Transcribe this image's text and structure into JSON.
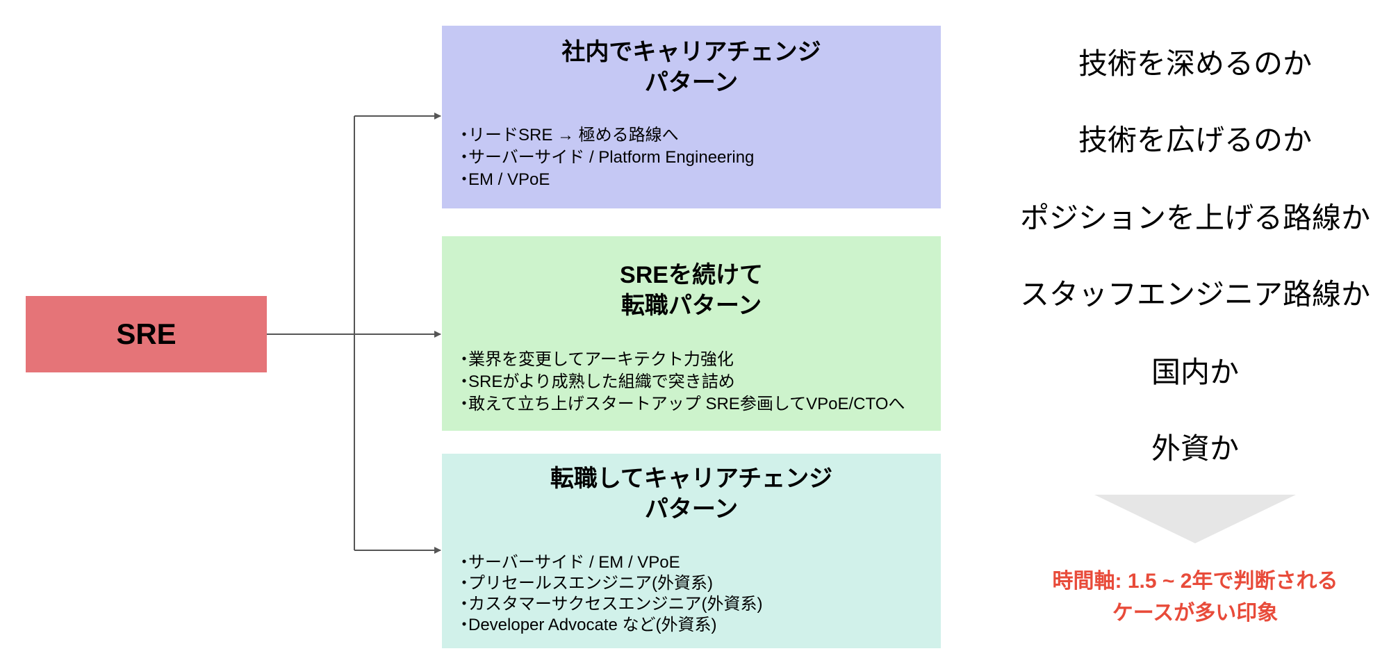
{
  "root": {
    "label": "SRE",
    "color": "#e57478"
  },
  "patterns": [
    {
      "title": "社内でキャリアチェンジ\nパターン",
      "color": "#c5c8f4",
      "items": [
        "リードSRE → 極める路線へ",
        "サーバーサイド / Platform Engineering",
        "EM / VPoE"
      ]
    },
    {
      "title": "SREを続けて\n転職パターン",
      "color": "#cdf3cc",
      "items": [
        "業界を変更してアーキテクト力強化",
        "SREがより成熟した組織で突き詰め",
        "敢えて立ち上げスタートアップ SRE参画してVPoE/CTOへ"
      ]
    },
    {
      "title": "転職してキャリアチェンジ\nパターン",
      "color": "#d1f1ea",
      "items": [
        "サーバーサイド / EM / VPoE",
        "プリセールスエンジニア(外資系)",
        "カスタマーサクセスエンジニア(外資系)",
        "Developer Advocate など(外資系)"
      ]
    }
  ],
  "questions": [
    "技術を深めるのか",
    "技術を広げるのか",
    "ポジションを上げる路線か",
    "スタッフエンジニア路線か",
    "国内か",
    "外資か"
  ],
  "conclusion": {
    "line1": "時間軸: 1.5 ~ 2年で判断される",
    "line2": "ケースが多い印象",
    "color": "#e84b3a"
  },
  "connector_color": "#555555",
  "arrow_color": "#e6e6e6"
}
